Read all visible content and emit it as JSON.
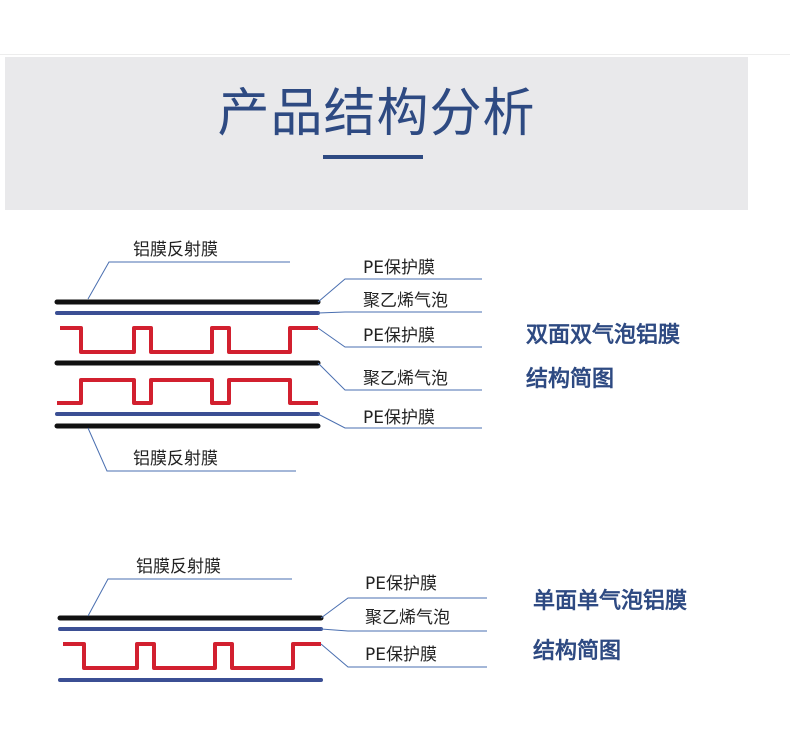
{
  "header": {
    "title": "产品结构分析"
  },
  "double_diagram": {
    "labels": {
      "top_reflective": "铝膜反射膜",
      "pe_1": "PE保护膜",
      "pe_foam_1": "聚乙烯气泡",
      "pe_2": "PE保护膜",
      "pe_foam_2": "聚乙烯气泡",
      "pe_3": "PE保护膜",
      "bottom_reflective": "铝膜反射膜"
    },
    "caption": {
      "line1": "双面双气泡铝膜",
      "line2": "结构简图"
    }
  },
  "single_diagram": {
    "labels": {
      "top_reflective": "铝膜反射膜",
      "pe_1": "PE保护膜",
      "pe_foam": "聚乙烯气泡",
      "pe_2": "PE保护膜"
    },
    "caption": {
      "line1": "单面单气泡铝膜",
      "line2": "结构简图"
    }
  },
  "colors": {
    "title_blue": "#2e4a82",
    "layer_black": "#111111",
    "layer_blue": "#3b4f94",
    "foam_red": "#d2202f",
    "leader_line": "#4a6fb0"
  }
}
